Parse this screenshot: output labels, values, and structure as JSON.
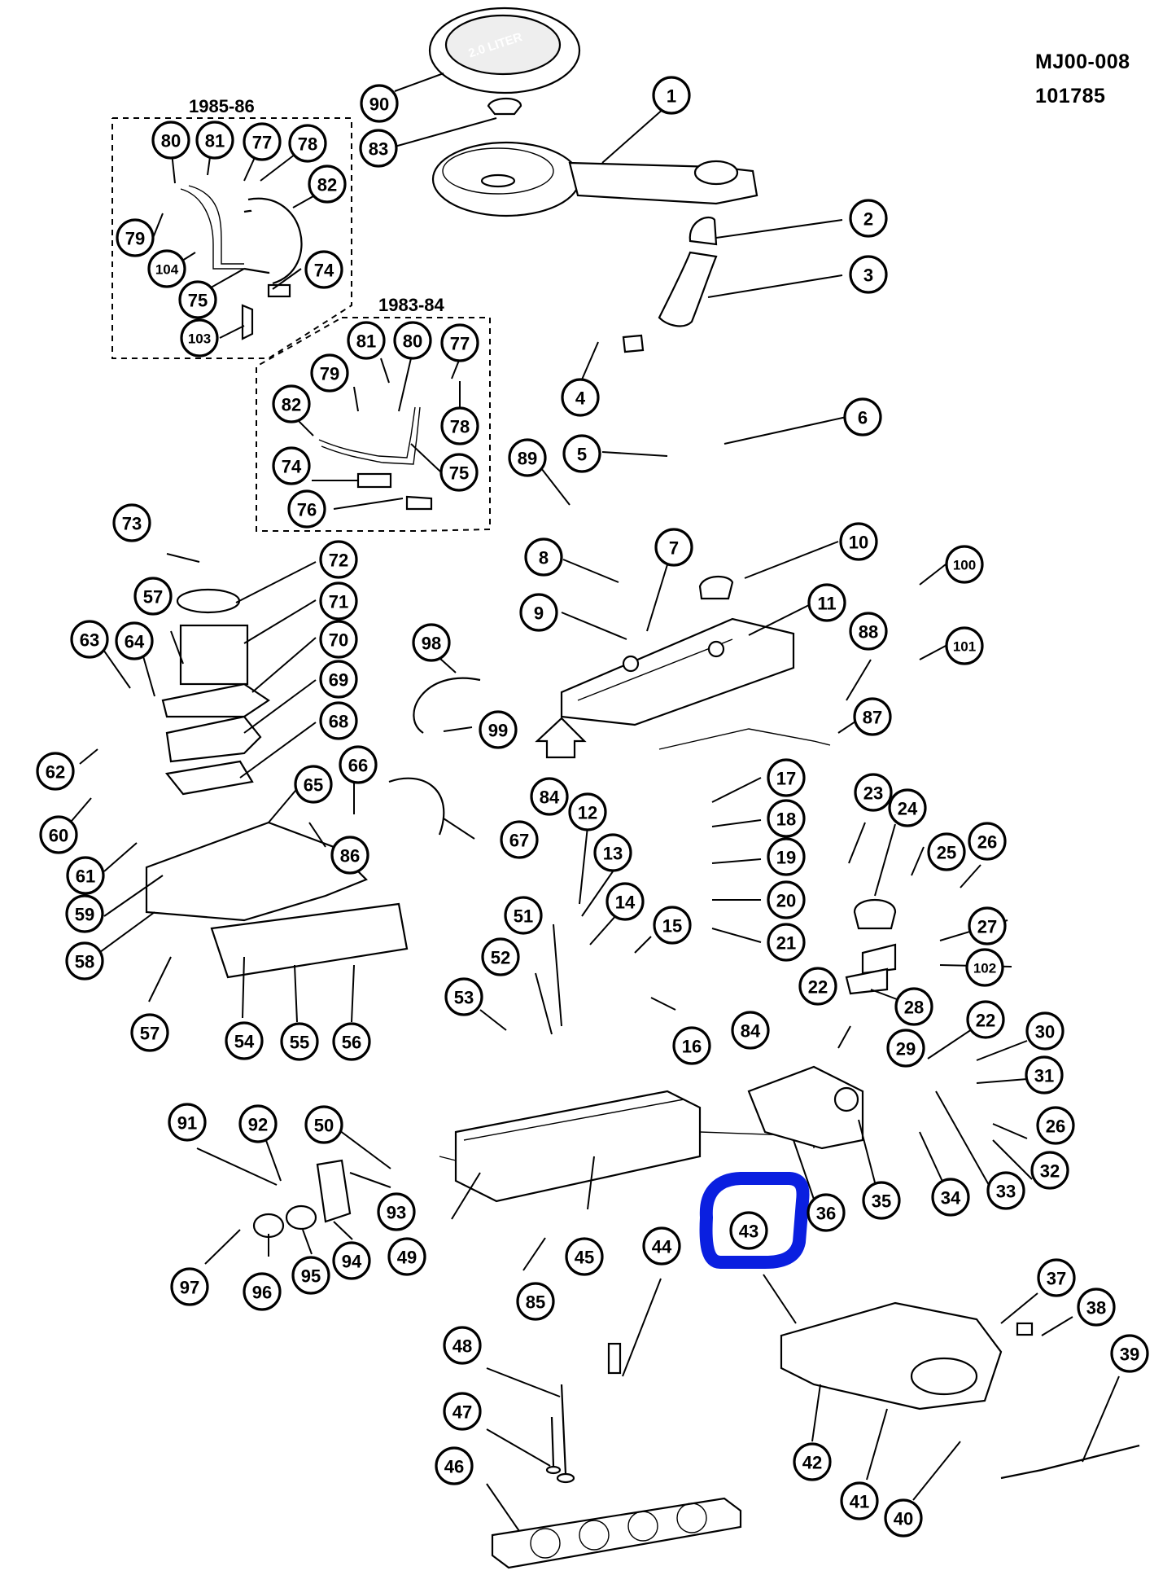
{
  "header": {
    "code": "MJ00-008",
    "number": "101785"
  },
  "groups": {
    "group_1985_86": "1985-86",
    "group_1983_84": "1983-84"
  },
  "air_cleaner_lid_text": "2.0 LITER",
  "highlight": {
    "color": "#0a1fe0",
    "target_callout": "43"
  },
  "callouts": [
    "90",
    "83",
    "1",
    "2",
    "3",
    "4",
    "5",
    "6",
    "89",
    "8",
    "7",
    "10",
    "100",
    "9",
    "11",
    "101",
    "88",
    "87",
    "98",
    "99",
    "84",
    "17",
    "18",
    "19",
    "20",
    "21",
    "12",
    "13",
    "14",
    "15",
    "16",
    "51",
    "52",
    "53",
    "23",
    "24",
    "25",
    "26",
    "27",
    "102",
    "28",
    "22",
    "29",
    "30",
    "31",
    "32",
    "33",
    "34",
    "35",
    "36",
    "26b",
    "43",
    "44",
    "45",
    "85",
    "49",
    "37",
    "38",
    "39",
    "40",
    "41",
    "42",
    "48",
    "47",
    "46",
    "91",
    "92",
    "50",
    "93",
    "94",
    "95",
    "96",
    "97",
    "73",
    "72",
    "57",
    "71",
    "70",
    "63",
    "64",
    "69",
    "68",
    "62",
    "65",
    "66",
    "86",
    "67",
    "60",
    "61",
    "59",
    "58",
    "54",
    "55",
    "56",
    "57b",
    "80",
    "81",
    "77",
    "78",
    "82",
    "79",
    "104",
    "75",
    "74",
    "103",
    "81b",
    "80b",
    "77b",
    "79b",
    "82b",
    "78b",
    "74b",
    "75b",
    "76"
  ],
  "labels": {
    "c90": "90",
    "c83": "83",
    "c1": "1",
    "c2": "2",
    "c3": "3",
    "c4": "4",
    "c5": "5",
    "c6": "6",
    "c89": "89",
    "c8": "8",
    "c7": "7",
    "c10": "10",
    "c100": "100",
    "c9": "9",
    "c11": "11",
    "c101": "101",
    "c88": "88",
    "c87": "87",
    "c98": "98",
    "c99": "99",
    "c84a": "84",
    "c84b": "84",
    "c17": "17",
    "c18": "18",
    "c19": "19",
    "c20": "20",
    "c21": "21",
    "c12": "12",
    "c13": "13",
    "c14": "14",
    "c15": "15",
    "c16": "16",
    "c51": "51",
    "c52": "52",
    "c53": "53",
    "c23": "23",
    "c24": "24",
    "c25": "25",
    "c26a": "26",
    "c26b": "26",
    "c27": "27",
    "c102": "102",
    "c28": "28",
    "c22a": "22",
    "c22b": "22",
    "c29": "29",
    "c30": "30",
    "c31": "31",
    "c32": "32",
    "c33": "33",
    "c34": "34",
    "c35": "35",
    "c36": "36",
    "c43": "43",
    "c44": "44",
    "c45": "45",
    "c85": "85",
    "c49": "49",
    "c37": "37",
    "c38": "38",
    "c39": "39",
    "c40": "40",
    "c41": "41",
    "c42": "42",
    "c48": "48",
    "c47": "47",
    "c46": "46",
    "c91": "91",
    "c92": "92",
    "c50": "50",
    "c93": "93",
    "c94": "94",
    "c95": "95",
    "c96": "96",
    "c97": "97",
    "c73": "73",
    "c72": "72",
    "c57a": "57",
    "c57b": "57",
    "c71": "71",
    "c70": "70",
    "c63": "63",
    "c64": "64",
    "c69": "69",
    "c68": "68",
    "c62": "62",
    "c65": "65",
    "c66": "66",
    "c86": "86",
    "c67": "67",
    "c60": "60",
    "c61": "61",
    "c59": "59",
    "c58": "58",
    "c54": "54",
    "c55": "55",
    "c56": "56",
    "c80a": "80",
    "c81a": "81",
    "c77a": "77",
    "c78a": "78",
    "c82a": "82",
    "c79a": "79",
    "c104": "104",
    "c75a": "75",
    "c74a": "74",
    "c103": "103",
    "c81b": "81",
    "c80b": "80",
    "c77b": "77",
    "c79b": "79",
    "c82b": "82",
    "c78b": "78",
    "c74b": "74",
    "c75b": "75",
    "c76": "76"
  }
}
